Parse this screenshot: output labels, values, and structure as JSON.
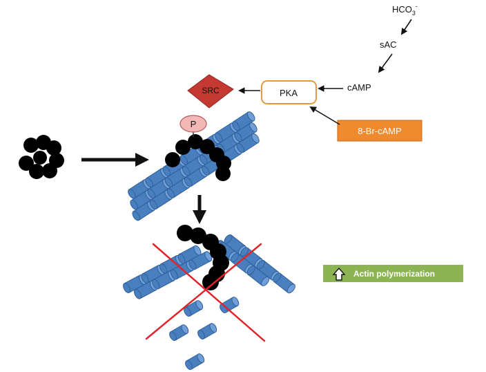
{
  "pathway": {
    "bicarbonate": "HCO",
    "bicarbonate_sub": "3",
    "bicarbonate_sup": "-",
    "sac": "sAC",
    "camp": "cAMP",
    "pka": "PKA",
    "src": "SRC",
    "br_camp": "8-Br-cAMP"
  },
  "phospho": {
    "label": "P"
  },
  "legend": {
    "arrow_icon": "up-arrow-icon",
    "label": "Actin polymerization"
  },
  "colors": {
    "actin_blue": "#4a7fbf",
    "src_red": "#c43a32",
    "pka_border": "#e39a3c",
    "br_camp_orange": "#ef8a2e",
    "phospho_pink": "#f2b8b6",
    "legend_green": "#8cb455",
    "cross_red": "#e0242b"
  }
}
